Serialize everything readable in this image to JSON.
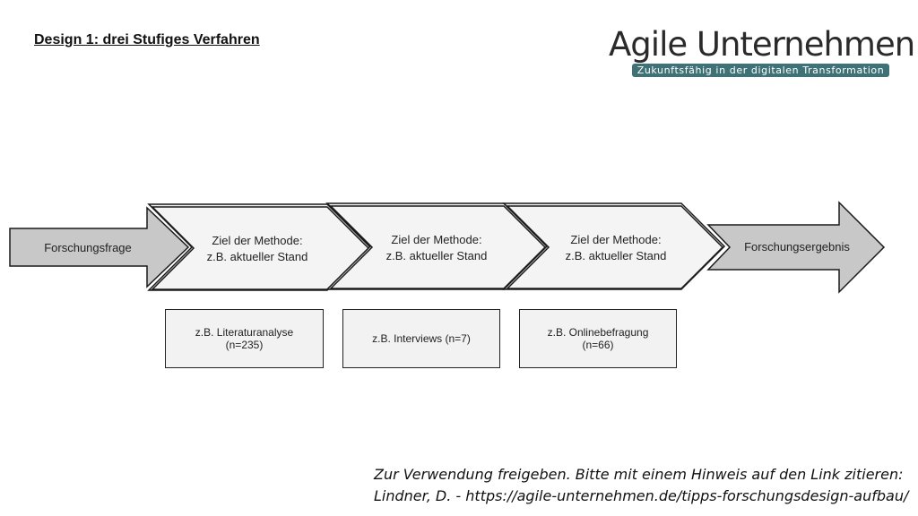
{
  "title": "Design 1: drei Stufiges Verfahren",
  "logo": {
    "name": "Agile Unternehmen",
    "tagline": "Zukunftsfähig in der digitalen Transformation"
  },
  "flow": {
    "start": "Forschungsfrage",
    "steps": [
      {
        "line1": "Ziel der Methode:",
        "line2": "z.B. aktueller Stand"
      },
      {
        "line1": "Ziel der Methode:",
        "line2": "z.B. aktueller Stand"
      },
      {
        "line1": "Ziel der Methode:",
        "line2": "z.B. aktueller Stand"
      }
    ],
    "end": "Forschungsergebnis"
  },
  "methods": [
    {
      "line1": "z.B. Literaturanalyse",
      "line2": "(n=235)"
    },
    {
      "line1": "z.B. Interviews (n=7)",
      "line2": ""
    },
    {
      "line1": "z.B. Onlinebefragung",
      "line2": "(n=66)"
    }
  ],
  "footer": {
    "line1": "Zur Verwendung freigeben. Bitte mit einem Hinweis auf den Link zitieren:",
    "line2": "Lindner, D. - https://agile-unternehmen.de/tipps-forschungsdesign-aufbau/"
  },
  "colors": {
    "arrow_fill": "#c8c8c8",
    "chevron_fill": "#f4f4f4",
    "stroke": "#1a1a1a",
    "logo_band": "#3e7277"
  }
}
